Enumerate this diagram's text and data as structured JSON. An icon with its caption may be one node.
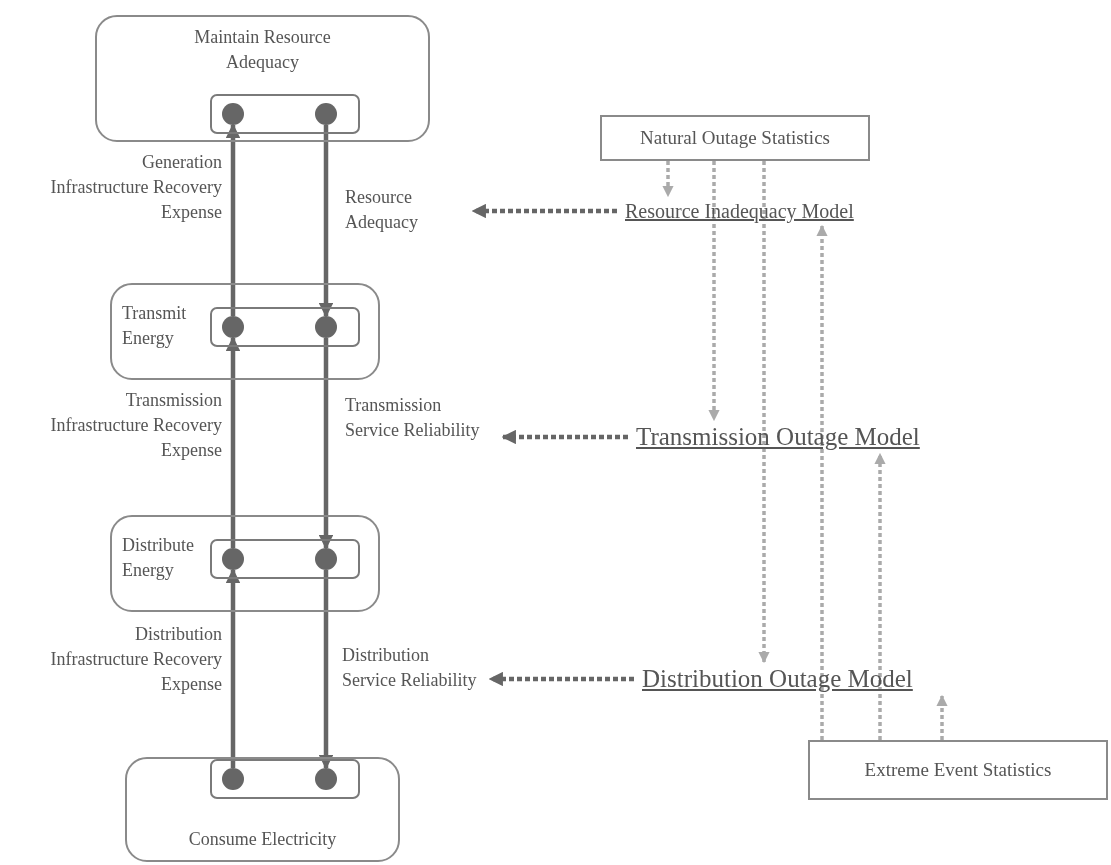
{
  "diagram": {
    "nodes": [
      {
        "text": [
          "Maintain Resource Adequacy"
        ]
      },
      {
        "text": [],
        "shape": "box",
        "in": 0
      },
      {
        "text": [],
        "shape": "circle",
        "in": 1
      },
      {
        "text": [],
        "shape": "circle",
        "in": 1
      },
      {
        "text": [
          "Transmit Energy"
        ]
      },
      {
        "text": [],
        "shape": "box",
        "in": 4
      },
      {
        "text": [],
        "shape": "circle",
        "in": 5
      },
      {
        "text": [],
        "shape": "circle",
        "in": 5
      },
      {
        "text": [
          "Distribute Energy"
        ]
      },
      {
        "text": [],
        "shape": "box",
        "in": 8
      },
      {
        "text": [],
        "shape": "circle",
        "in": 9
      },
      {
        "text": [],
        "shape": "circle",
        "in": 9
      },
      {
        "text": [
          "Consume Electricity"
        ]
      },
      {
        "text": [],
        "shape": "box",
        "in": 12
      },
      {
        "text": [],
        "shape": "circle",
        "in": 13
      },
      {
        "text": [],
        "shape": "circle",
        "in": 13
      },
      {
        "text": [
          "Natural Outage Statistics"
        ]
      },
      {
        "text": [
          "Resource Adequacy"
        ]
      },
      {
        "text": [
          "Resource Inadequacy Model"
        ]
      },
      {
        "text": [
          "Transmission Service Reliability"
        ]
      },
      {
        "text": [
          "Transmission Outage Model"
        ]
      },
      {
        "text": [
          "Distribution Service Reliability"
        ]
      },
      {
        "text": [
          "Distribution Outage Model"
        ]
      },
      {
        "text": [
          "Extreme Event Statistics"
        ]
      }
    ],
    "edges": [
      {
        "from": 6,
        "to": 2,
        "arrow": "to",
        "label": "Generation Infrastructure Recovery Expense"
      },
      {
        "from": 3,
        "to": 7,
        "arrow": "to"
      },
      {
        "from": 10,
        "to": 6,
        "arrow": "to",
        "label": "Transmission Infrastructure Recovery Expense"
      },
      {
        "from": 7,
        "to": 11,
        "arrow": "to"
      },
      {
        "from": 14,
        "to": 10,
        "arrow": "to",
        "label": "Distribution Infrastructure Recovery Expense"
      },
      {
        "from": 11,
        "to": 15,
        "arrow": "to"
      },
      {
        "from": 18,
        "to": 17,
        "arrow": "to",
        "style": "dashed"
      },
      {
        "from": 20,
        "to": 19,
        "arrow": "to",
        "style": "dashed"
      },
      {
        "from": 22,
        "to": 21,
        "arrow": "to",
        "style": "dashed"
      },
      {
        "from": 16,
        "to": 18,
        "arrow": "to",
        "style": "dashed",
        "color": "#aaaaaa"
      },
      {
        "from": 16,
        "to": 20,
        "arrow": "to",
        "style": "dashed",
        "color": "#aaaaaa"
      },
      {
        "from": 16,
        "to": 22,
        "arrow": "to",
        "style": "dashed",
        "color": "#aaaaaa"
      },
      {
        "from": 23,
        "to": 18,
        "arrow": "to",
        "style": "dashed",
        "color": "#aaaaaa"
      },
      {
        "from": 23,
        "to": 20,
        "arrow": "to",
        "style": "dashed",
        "color": "#aaaaaa"
      },
      {
        "from": 23,
        "to": 22,
        "arrow": "to",
        "style": "dashed",
        "color": "#aaaaaa"
      }
    ]
  }
}
